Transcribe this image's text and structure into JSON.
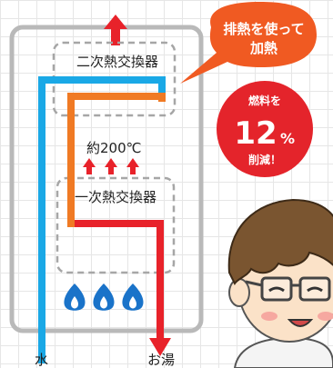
{
  "heater": {
    "secondary_exchanger_label": "二次熱交換器",
    "primary_exchanger_label": "一次熱交換器",
    "temperature_label": "約200℃",
    "water_in_label": "水",
    "hot_water_out_label": "お湯"
  },
  "callout": {
    "line1": "排熱を使って",
    "line2": "加熱"
  },
  "badge": {
    "line1": "燃料を",
    "number": "12",
    "percent": "%",
    "line2": "削減！"
  },
  "colors": {
    "water_pipe": "#1aa8e6",
    "hot_pipe": "#e8222a",
    "warm_pipe": "#f07a24",
    "callout": "#f05a22",
    "badge": "#e4242b",
    "flame": "#1a73c9",
    "housing": "#b9b9b9"
  }
}
